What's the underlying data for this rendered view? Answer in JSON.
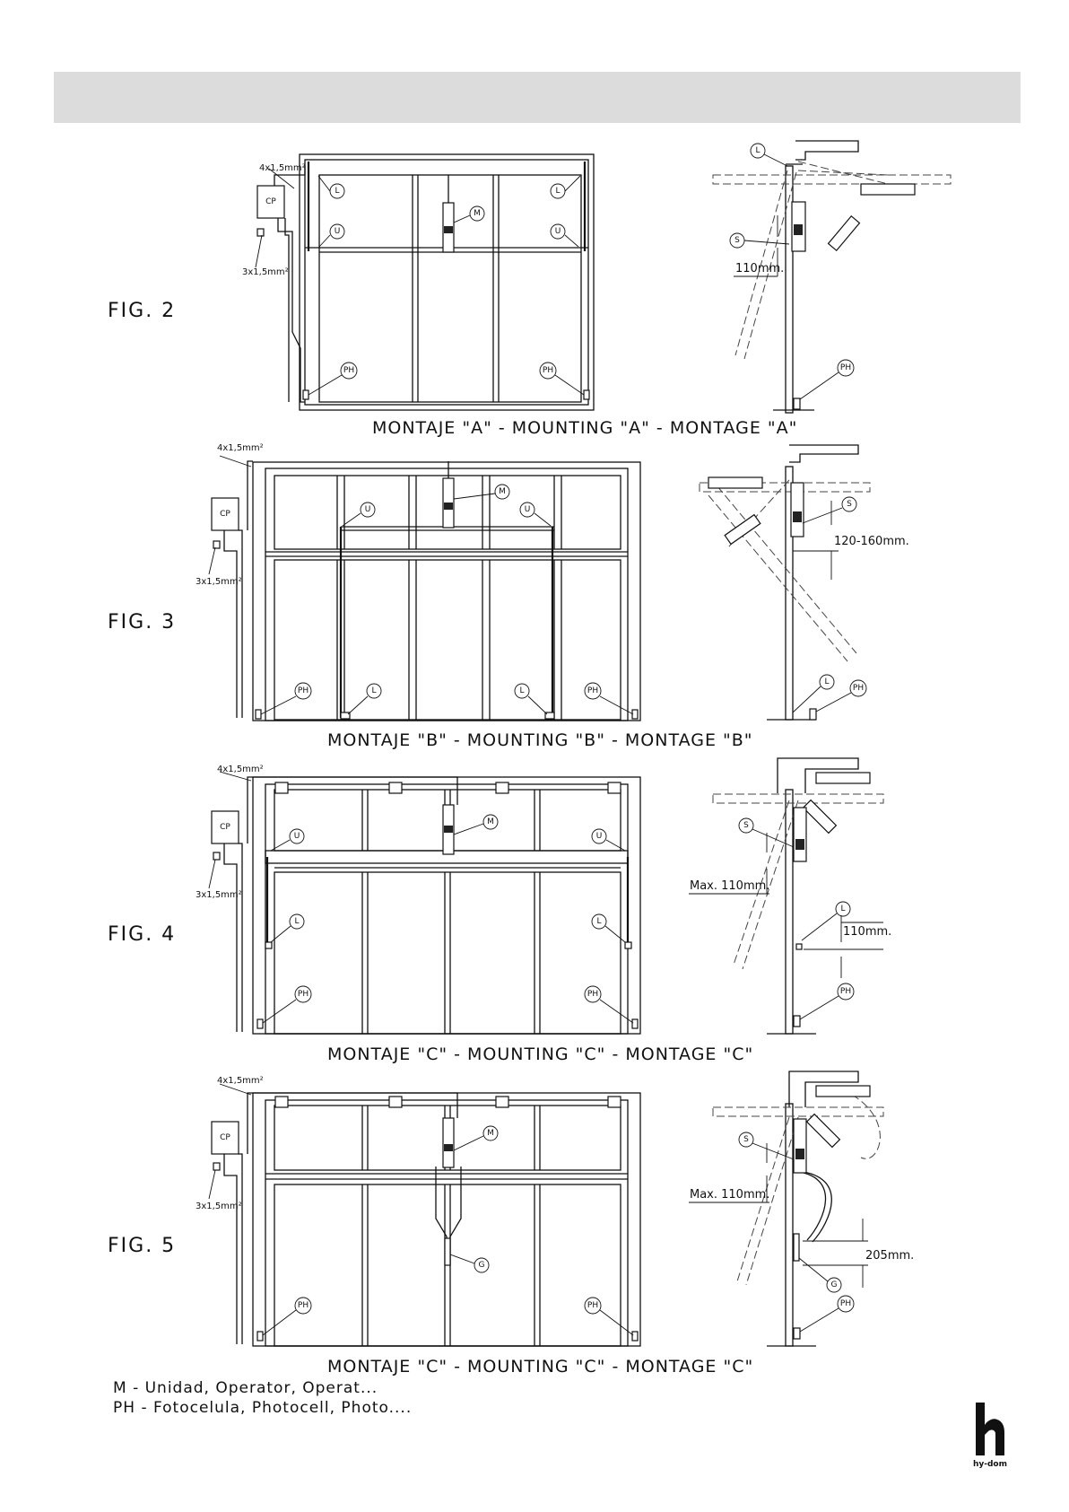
{
  "figures": [
    {
      "id": "fig2",
      "label": "FIG.  2",
      "caption": "MONTAJE \"A\" - MOUNTING \"A\" - MONTAGE \"A\"",
      "cable_top": "4x1,5mm²",
      "cable_bottom": "3x1,5mm²",
      "cp": "CP",
      "tags": [
        "L",
        "L",
        "M",
        "U",
        "U",
        "PH",
        "PH"
      ],
      "side_tags": [
        "L",
        "S",
        "PH"
      ],
      "side_dims": [
        "110mm."
      ]
    },
    {
      "id": "fig3",
      "label": "FIG.  3",
      "caption": "MONTAJE \"B\" - MOUNTING \"B\" - MONTAGE \"B\"",
      "cable_top": "4x1,5mm²",
      "cable_bottom": "3x1,5mm²",
      "cp": "CP",
      "tags": [
        "M",
        "U",
        "U",
        "PH",
        "L",
        "L",
        "PH"
      ],
      "side_tags": [
        "S",
        "L",
        "PH"
      ],
      "side_dims": [
        "120-160mm."
      ]
    },
    {
      "id": "fig4",
      "label": "FIG.  4",
      "caption": "MONTAJE \"C\" - MOUNTING \"C\" - MONTAGE \"C\"",
      "cable_top": "4x1,5mm²",
      "cable_bottom": "3x1,5mm²",
      "cp": "CP",
      "tags": [
        "U",
        "M",
        "U",
        "L",
        "L",
        "PH",
        "PH"
      ],
      "side_tags": [
        "S",
        "L",
        "PH"
      ],
      "side_dims": [
        "Max. 110mm.",
        "110mm."
      ]
    },
    {
      "id": "fig5",
      "label": "FIG.  5",
      "caption": "MONTAJE \"C\" - MOUNTING \"C\" - MONTAGE \"C\"",
      "cable_top": "4x1,5mm²",
      "cable_bottom": "3x1,5mm²",
      "cp": "CP",
      "tags": [
        "M",
        "G",
        "PH",
        "PH"
      ],
      "side_tags": [
        "S",
        "G",
        "PH"
      ],
      "side_dims": [
        "Max. 110mm.",
        "205mm."
      ]
    }
  ],
  "legend": [
    "M   -  Unidad, Operator, Operat...",
    "PH  -  Fotocelula, Photocell, Photo...."
  ],
  "logo_text": "hy-dom"
}
